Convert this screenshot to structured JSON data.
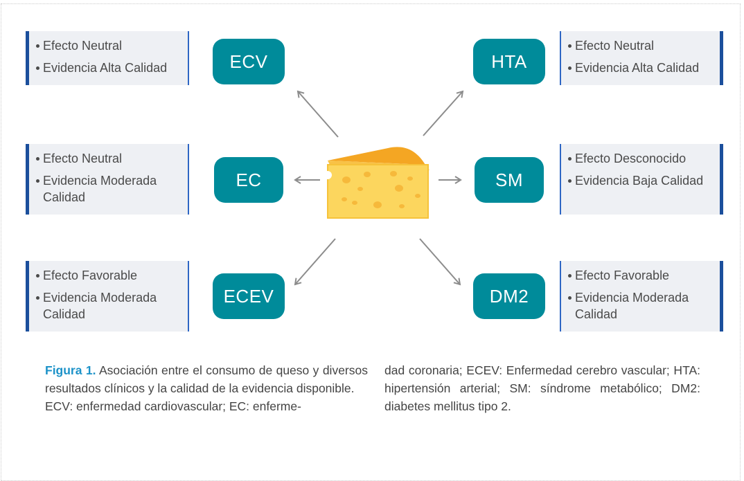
{
  "center_icon": "cheese-icon",
  "colors": {
    "node": "#008b9a",
    "box_bg": "#eef0f4",
    "box_border": "#1b4f9c",
    "arrow": "#8c8c8c",
    "caption_label": "#1c92c8"
  },
  "nodes": {
    "ecv": {
      "label": "ECV",
      "effect": "Efecto Neutral",
      "evidence": "Evidencia Alta Calidad"
    },
    "hta": {
      "label": "HTA",
      "effect": "Efecto Neutral",
      "evidence": "Evidencia Alta Calidad"
    },
    "ec": {
      "label": "EC",
      "effect": "Efecto Neutral",
      "evidence": "Evidencia Moderada Calidad"
    },
    "sm": {
      "label": "SM",
      "effect": "Efecto Desconocido",
      "evidence": "Evidencia Baja Calidad"
    },
    "ecev": {
      "label": "ECEV",
      "effect": "Efecto Favorable",
      "evidence": "Evidencia Moderada Calidad"
    },
    "dm2": {
      "label": "DM2",
      "effect": "Efecto Favorable",
      "evidence": "Evidencia Moderada Calidad"
    }
  },
  "caption": {
    "label": "Figura 1.",
    "title": "Asociación entre el consumo de queso y diversos resultados clínicos y la calidad de la evidencia disponible.",
    "abbrev_1": "ECV: enfermedad cardiovascular; EC: enferme-",
    "abbrev_2": "dad coronaria; ECEV: Enfermedad cerebro vascular; HTA: hipertensión arterial; SM: síndrome metabólico; DM2: diabetes mellitus tipo 2."
  }
}
